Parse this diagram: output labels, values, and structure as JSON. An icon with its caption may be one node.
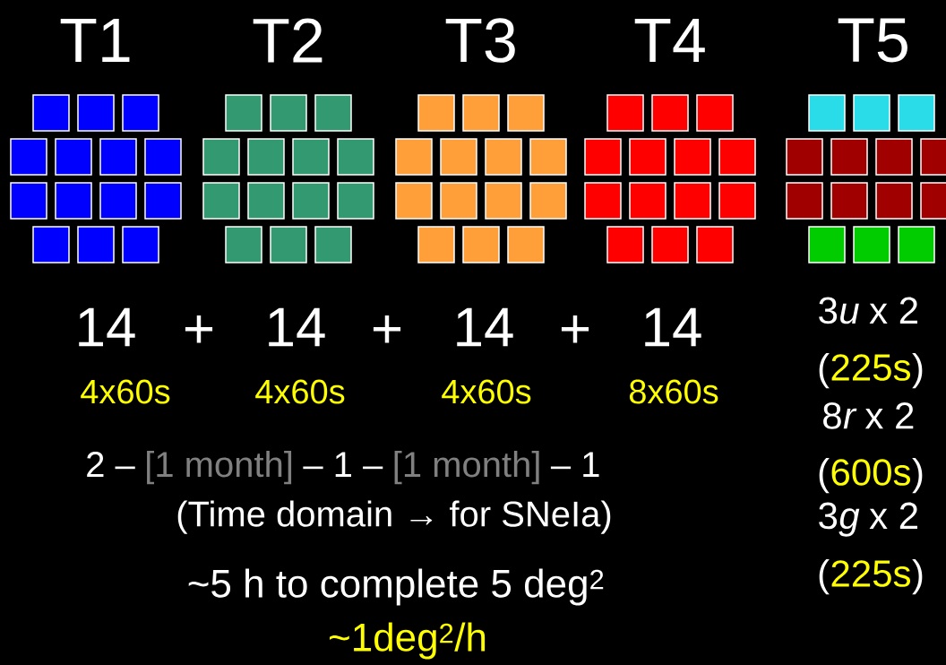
{
  "diagram": {
    "labels": [
      "T1",
      "T2",
      "T3",
      "T4",
      "T5",
      "14",
      "+",
      "14",
      "+",
      "14",
      "+",
      "14",
      "3",
      "u",
      "x 2",
      "(",
      "225s",
      ")",
      "8",
      "r",
      "x 2",
      "(",
      "600s",
      ")",
      "3",
      "g",
      "x 2",
      "(",
      "225s",
      ")",
      "4x60s",
      "4x60s",
      "4x60s",
      "8x60s",
      "2 –",
      "[1 month]",
      "– 1 –",
      "[1 month]",
      "– 1",
      "(Time domain → for SNeIa)",
      "~5 h to complete 5 deg$^{2}$",
      "~1deg$^{2}$/h"
    ]
  }
}
